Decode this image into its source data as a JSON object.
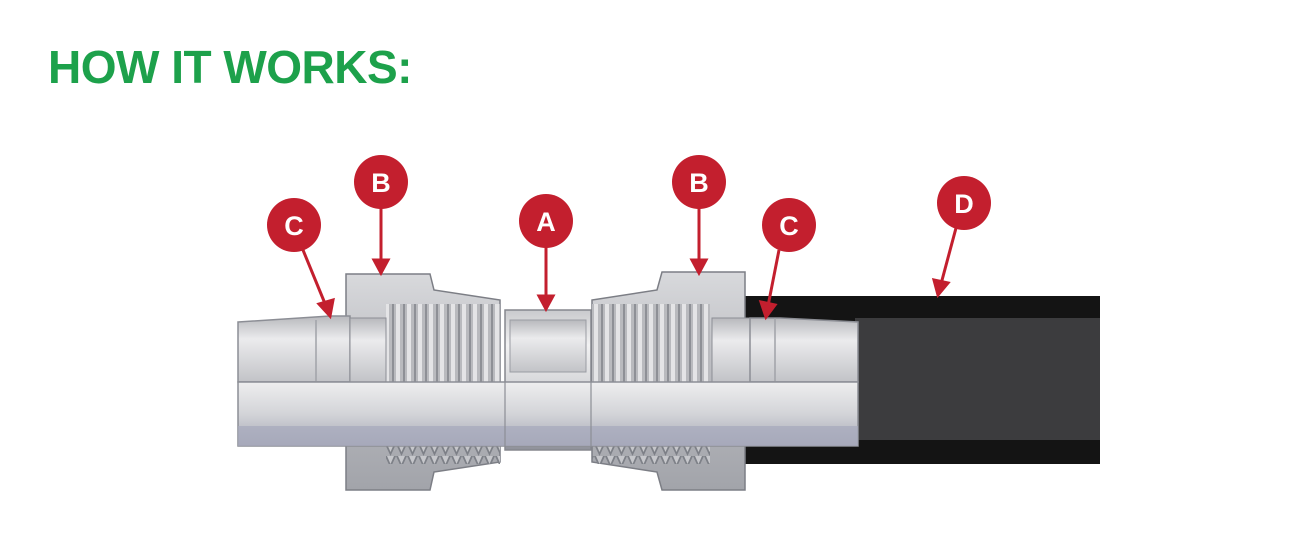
{
  "title": "HOW IT WORKS:",
  "colors": {
    "title": "#1da14b",
    "callout": "#c31f2e",
    "callout_text": "#ffffff",
    "metal_light": "#e6e6e8",
    "metal_mid": "#bfc0c4",
    "metal_dark": "#8d8f96",
    "tube": "#3a3a3c",
    "tube_outer": "#141414",
    "inner_tint": "#9a9dc0"
  },
  "callouts": [
    {
      "letter": "C"
    },
    {
      "letter": "B"
    },
    {
      "letter": "A"
    },
    {
      "letter": "B"
    },
    {
      "letter": "C"
    },
    {
      "letter": "D"
    }
  ]
}
